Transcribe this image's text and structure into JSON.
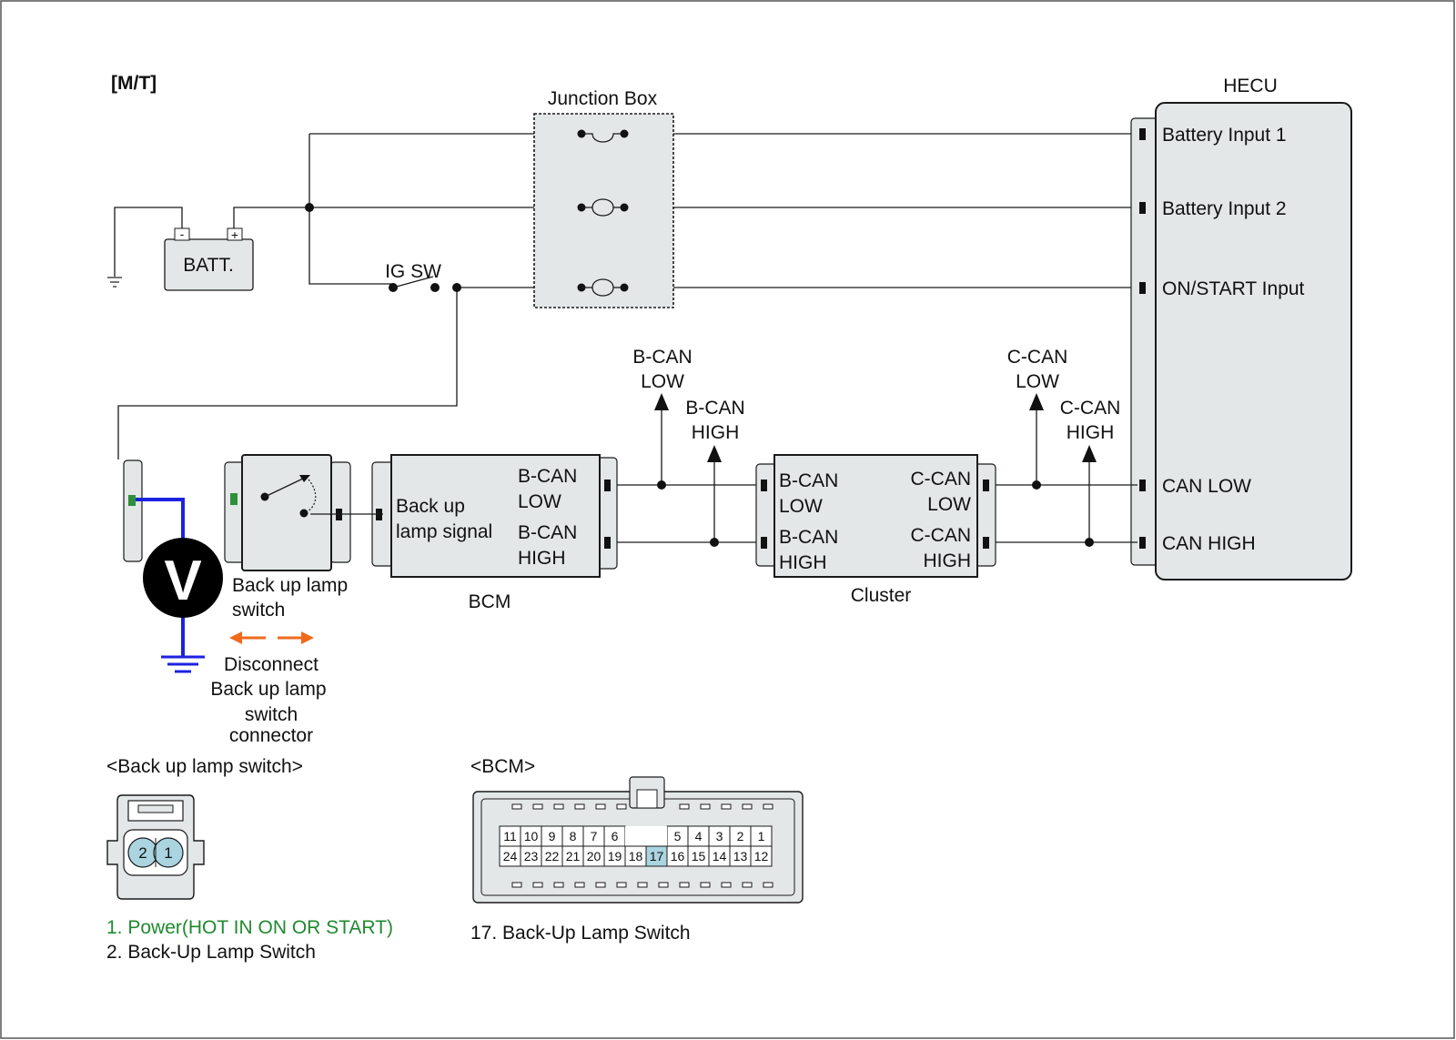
{
  "mode_label": "[M/T]",
  "colors": {
    "box_fill": "#e3e7e8",
    "stroke": "#1a1a1a",
    "probe_blue": "#1c22e0",
    "arrow_orange": "#f06a1c",
    "pin_green": "#2f8f3a",
    "pin_blue": "#a9d4e0",
    "power_text": "#1f8a2e"
  },
  "battery": {
    "label": "BATT.",
    "neg": "-",
    "pos": "+"
  },
  "ig_switch": {
    "label": "IG SW"
  },
  "junction_box": {
    "label": "Junction Box"
  },
  "hecu": {
    "label": "HECU",
    "inputs": [
      "Battery Input 1",
      "Battery Input 2",
      "ON/START Input",
      "CAN LOW",
      "CAN HIGH"
    ]
  },
  "can_tags": {
    "bcan_low": [
      "B-CAN",
      "LOW"
    ],
    "bcan_high": [
      "B-CAN",
      "HIGH"
    ],
    "ccan_low": [
      "C-CAN",
      "LOW"
    ],
    "ccan_high": [
      "C-CAN",
      "HIGH"
    ]
  },
  "bcm": {
    "label": "BCM",
    "signal": [
      "Back up",
      "lamp signal"
    ],
    "can_low": [
      "B-CAN",
      "LOW"
    ],
    "can_high": [
      "B-CAN",
      "HIGH"
    ]
  },
  "cluster": {
    "label": "Cluster",
    "bcan_low": [
      "B-CAN",
      "LOW"
    ],
    "bcan_high": [
      "B-CAN",
      "HIGH"
    ],
    "ccan_low": [
      "C-CAN",
      "LOW"
    ],
    "ccan_high": [
      "C-CAN",
      "HIGH"
    ]
  },
  "voltmeter": {
    "symbol": "V"
  },
  "backup_switch": {
    "label": [
      "Back up lamp",
      "switch"
    ]
  },
  "disconnect_note": [
    "Disconnect",
    "Back up lamp",
    "switch",
    "connector"
  ],
  "backup_connector": {
    "title": "<Back up lamp switch>",
    "pins": [
      "2",
      "1"
    ],
    "legend": [
      "1. Power(HOT IN ON OR START)",
      "2. Back-Up Lamp Switch"
    ]
  },
  "bcm_connector": {
    "title": "<BCM>",
    "top_row": [
      "11",
      "10",
      "9",
      "8",
      "7",
      "6",
      "",
      "",
      "5",
      "4",
      "3",
      "2",
      "1"
    ],
    "bottom_row": [
      "24",
      "23",
      "22",
      "21",
      "20",
      "19",
      "18",
      "17",
      "16",
      "15",
      "14",
      "13",
      "12"
    ],
    "highlight_pin": "17",
    "legend": "17. Back-Up Lamp Switch"
  }
}
